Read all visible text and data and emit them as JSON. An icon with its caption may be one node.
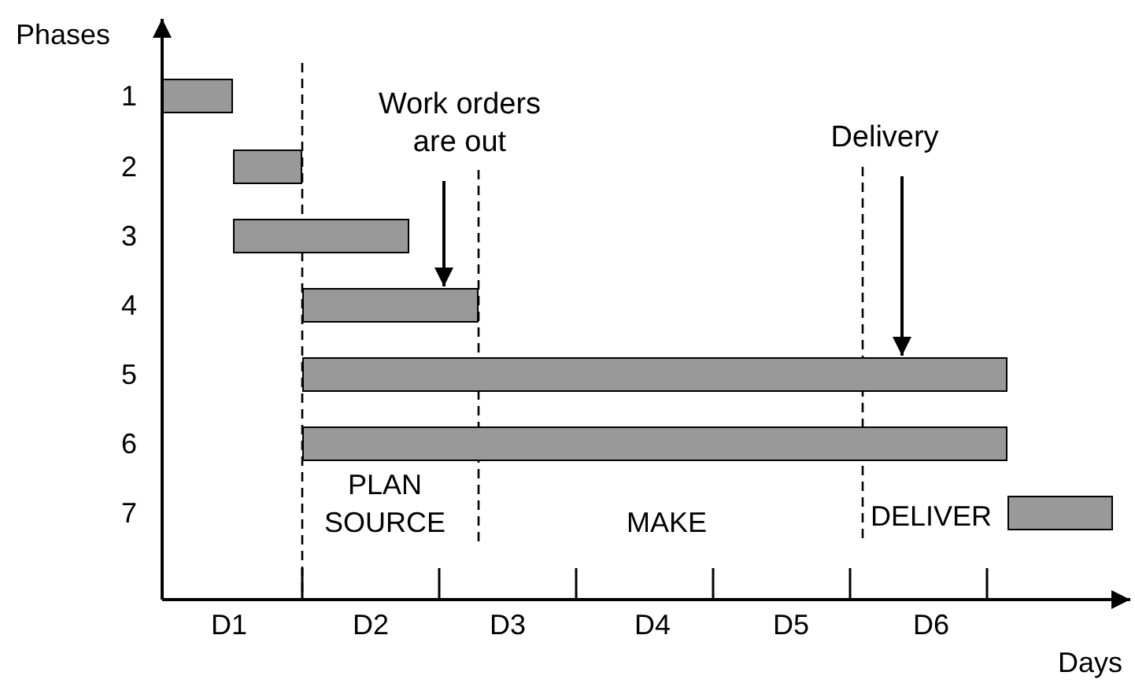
{
  "diagram": {
    "nodes": [
      {
        "text": [],
        "shape": "bar"
      },
      {
        "text": [],
        "shape": "bar"
      },
      {
        "text": [],
        "shape": "bar"
      },
      {
        "text": [],
        "shape": "bar"
      },
      {
        "text": [],
        "shape": "bar"
      },
      {
        "text": [],
        "shape": "bar"
      },
      {
        "text": [],
        "shape": "bar"
      },
      {
        "text": [
          "Work orders are out"
        ]
      },
      {
        "text": [
          "Delivery"
        ]
      }
    ],
    "edges": [
      {
        "from": 7,
        "to": 3,
        "arrow": "to"
      },
      {
        "from": 8,
        "to": 4,
        "arrow": "to"
      }
    ],
    "labels": [
      "Phases",
      "1",
      "2",
      "3",
      "4",
      "5",
      "6",
      "7",
      "PLAN",
      "SOURCE",
      "MAKE",
      "DELIVER",
      "D1",
      "D2",
      "D3",
      "D4",
      "D5",
      "D6",
      "Days"
    ]
  }
}
